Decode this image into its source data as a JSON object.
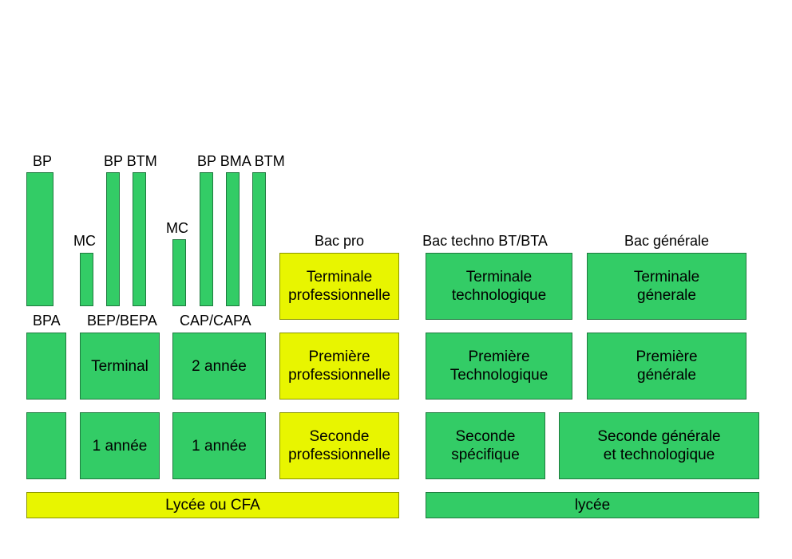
{
  "colors": {
    "green": "#33cc66",
    "yellow": "#e8f500",
    "border": "#1f7a3f"
  },
  "labels": {
    "bp_left": "BP",
    "bpa": "BPA",
    "mc_1": "MC",
    "bp_btm": "BP BTM",
    "bep_bepa": "BEP/BEPA",
    "mc_2": "MC",
    "bp_bma_btm": "BP BMA BTM",
    "cap_capa": "CAP/CAPA",
    "bac_pro": "Bac pro",
    "bac_techno": "Bac techno BT/BTA",
    "bac_generale": "Bac générale"
  },
  "boxes": {
    "bep_terminal": "Terminal",
    "cap_2annee": "2 année",
    "bep_1annee": "1 année",
    "cap_1annee": "1 année",
    "pro_terminale_l1": "Terminale",
    "pro_terminale_l2": "professionnelle",
    "pro_premiere_l1": "Première",
    "pro_premiere_l2": "professionnelle",
    "pro_seconde_l1": "Seconde",
    "pro_seconde_l2": "professionnelle",
    "techno_terminale_l1": "Terminale",
    "techno_terminale_l2": "technologique",
    "techno_premiere_l1": "Première",
    "techno_premiere_l2": "Technologique",
    "seconde_specifique_l1": "Seconde",
    "seconde_specifique_l2": "spécifique",
    "gen_terminale_l1": "Terminale",
    "gen_terminale_l2": "génerale",
    "gen_premiere_l1": "Première",
    "gen_premiere_l2": "générale",
    "seconde_gt_l1": "Seconde générale",
    "seconde_gt_l2": "et technologique"
  },
  "footers": {
    "lycee_cfa": "Lycée ou CFA",
    "lycee": "lycée"
  }
}
